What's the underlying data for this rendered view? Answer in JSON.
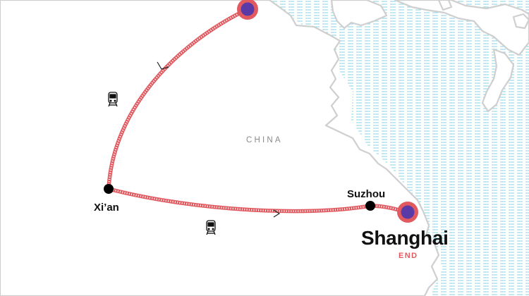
{
  "map": {
    "country_label": "CHINA",
    "cities": {
      "xian": "Xi’an",
      "suzhou": "Suzhou",
      "shanghai": "Shanghai"
    },
    "end_tag": "END",
    "transport_icons": [
      "train-icon",
      "train-icon"
    ],
    "colors": {
      "route": "#e05a60",
      "route_dash": "#ffffff",
      "stop_fill": "#5a3aa6",
      "city_dot": "#000000",
      "coastline": "#cfcfcf",
      "water_hatch": "#8fd6e8",
      "land": "#ffffff"
    }
  }
}
